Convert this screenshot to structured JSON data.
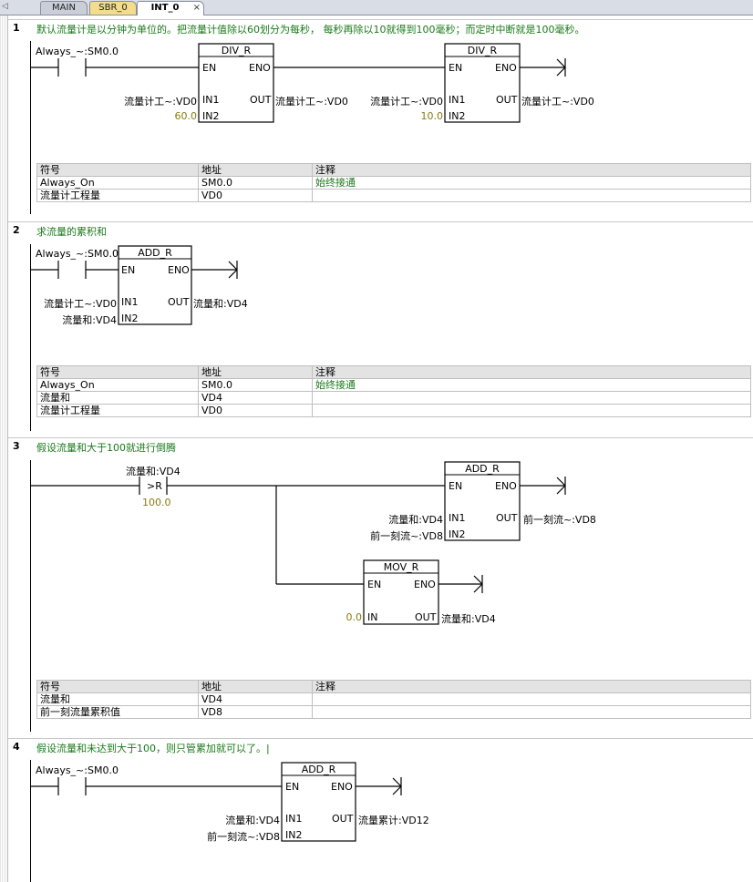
{
  "tabs": [
    {
      "label": "MAIN"
    },
    {
      "label": "SBR_0"
    },
    {
      "label": "INT_0"
    }
  ],
  "tab_close": "×",
  "tab_arrow": "◁",
  "networks": [
    {
      "number": "1",
      "comment": "默认流量计是以分钟为单位的。把流量计值除以60划分为每秒， 每秒再除以10就得到100毫秒；而定时中断就是100毫秒。",
      "contact_label": "Always_~:SM0.0",
      "box1": {
        "title": "DIV_R",
        "en": "EN",
        "eno": "ENO",
        "in1": "IN1",
        "in2": "IN2",
        "out": "OUT",
        "in1_val": "流量计工~:VD0",
        "in2_val": "60.0",
        "out_val": "流量计工~:VD0"
      },
      "box2": {
        "title": "DIV_R",
        "en": "EN",
        "eno": "ENO",
        "in1": "IN1",
        "in2": "IN2",
        "out": "OUT",
        "in1_val": "流量计工~:VD0",
        "in2_val": "10.0",
        "out_val": "流量计工~:VD0"
      },
      "table": {
        "headers": [
          "符号",
          "地址",
          "注释"
        ],
        "rows": [
          [
            "Always_On",
            "SM0.0",
            "始终接通"
          ],
          [
            "流量计工程量",
            "VD0",
            ""
          ]
        ]
      }
    },
    {
      "number": "2",
      "comment": "求流量的累积和",
      "contact_label": "Always_~:SM0.0",
      "box1": {
        "title": "ADD_R",
        "en": "EN",
        "eno": "ENO",
        "in1": "IN1",
        "in2": "IN2",
        "out": "OUT",
        "in1_val": "流量计工~:VD0",
        "in2_val": "流量和:VD4",
        "out_val": "流量和:VD4"
      },
      "table": {
        "headers": [
          "符号",
          "地址",
          "注释"
        ],
        "rows": [
          [
            "Always_On",
            "SM0.0",
            "始终接通"
          ],
          [
            "流量和",
            "VD4",
            ""
          ],
          [
            "流量计工程量",
            "VD0",
            ""
          ]
        ]
      }
    },
    {
      "number": "3",
      "comment": "假设流量和大于100就进行倒腾",
      "compare_label": "流量和:VD4",
      "compare_op": ">R",
      "compare_const": "100.0",
      "box1": {
        "title": "ADD_R",
        "en": "EN",
        "eno": "ENO",
        "in1": "IN1",
        "in2": "IN2",
        "out": "OUT",
        "in1_val": "流量和:VD4",
        "in2_val": "前一刻流~:VD8",
        "out_val": "前一刻流~:VD8"
      },
      "box2": {
        "title": "MOV_R",
        "en": "EN",
        "eno": "ENO",
        "in": "IN",
        "out": "OUT",
        "in_val": "0.0",
        "out_val": "流量和:VD4"
      },
      "table": {
        "headers": [
          "符号",
          "地址",
          "注释"
        ],
        "rows": [
          [
            "流量和",
            "VD4",
            ""
          ],
          [
            "前一刻流量累积值",
            "VD8",
            ""
          ]
        ]
      }
    },
    {
      "number": "4",
      "comment": "假设流量和未达到大于100，则只管累加就可以了。|",
      "contact_label": "Always_~:SM0.0",
      "box1": {
        "title": "ADD_R",
        "en": "EN",
        "eno": "ENO",
        "in1": "IN1",
        "in2": "IN2",
        "out": "OUT",
        "in1_val": "流量和:VD4",
        "in2_val": "前一刻流~:VD8",
        "out_val": "流量累计:VD12"
      }
    }
  ]
}
